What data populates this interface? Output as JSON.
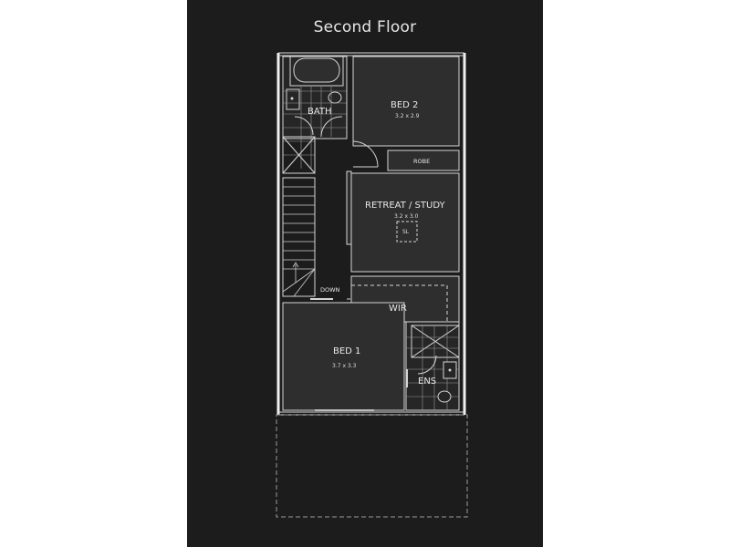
{
  "title": "Second Floor",
  "rooms": {
    "bath": {
      "label": "BATH"
    },
    "bed2": {
      "label": "BED 2",
      "size": "3.2 x 2.9"
    },
    "robe": {
      "label": "ROBE"
    },
    "retreat": {
      "label": "RETREAT / STUDY",
      "size": "3.2 x 3.0",
      "skylight": "SL"
    },
    "stairs": {
      "label": "DOWN"
    },
    "wir": {
      "label": "WIR"
    },
    "bed1": {
      "label": "BED 1",
      "size": "3.7 x 3.3"
    },
    "ens": {
      "label": "ENS"
    }
  },
  "colors": {
    "background": "#1c1c1c",
    "room_fill": "#2e2e2e",
    "wall": "#d9d9d9",
    "text": "#e8e8e8",
    "page": "#ffffff"
  }
}
